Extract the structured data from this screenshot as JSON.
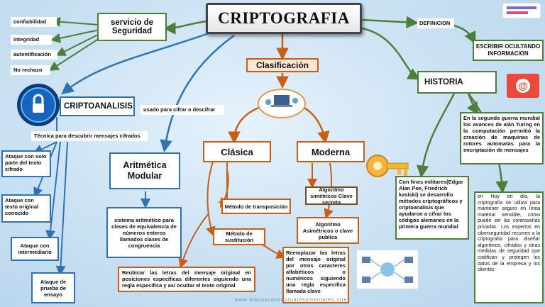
{
  "title": "CRIPTOGRAFIA",
  "servicio": "servicio de Seguridad",
  "servicio_items": [
    "confiabilidad",
    "integridad",
    "autentificación",
    "No rechazo"
  ],
  "definicion_label": "DEFINICION",
  "definicion_text": "ESCRIBIR OCULTANDO INFORMACION",
  "clasificacion": "Clasificación",
  "historia": "HISTORIA",
  "historia_text1": "En la segunda guerra mundial los avances de alán Turing en la computación permitió la creación de maquinas de rotores automatas para la encriptación de mensajes",
  "historia_text2": "Con fines militares(Edgar Alan Poe, Friedrich kasiski) se desarrollo métodos criptográficos y criptoanálisis que ayudaron a cifrar los códigos alemanes en la primera guerra mundial",
  "historia_text3": "en Hoy en día, la criptografía se utiliza para mantener seguro en línea material sensible, como puede ser las contraseñas privadas. Los expertos en ciberseguridad recurren a la criptografía para diseñar algoritmos, cifrados y otras medidas de seguridad que codifican y protegen los datos de la empresa y los clientes",
  "criptoanalisis": "CRIPTOANALISIS",
  "criptoanalisis_desc": "Técnica para descubrir mensajes cifrados",
  "ataques": [
    "Ataque con solo parte del texto cifrado",
    "Ataque con texto original conocido",
    "Ataque con intermediario",
    "Ataque de prueba de ensayo"
  ],
  "usado_para": "usado para cifrar o descifrar",
  "aritmetica": "Aritmética Modular",
  "aritmetica_desc": "sistema aritmético para clases de equivalencia de números enteros llamados clases de congruencia",
  "clasica": "Clásica",
  "moderna": "Moderna",
  "metodo_transposicion": "Método de transposición",
  "metodo_sustitucion": "Método de sustitución",
  "reubicar_text": "Reubicar las letras del mensaje original en posiciones específicas diferentes siguiendo una regla específica y así ocultar el texto original",
  "reemplazar_text": "Reemplazar las letras del mensaje original por otros caracteres alfabéticos o numéricos siguiendo una regla específica llamada clave",
  "alg_simetricos": "Algoritmo simétricos Clave secreta",
  "alg_asimetricos": "Algoritmo Asimétricos o clave publica",
  "watermark": "www.mapasconceptualesymentales.site",
  "colors": {
    "green": "#4e7f3a",
    "orange": "#c95e14",
    "blue": "#2e74b5",
    "purple": "#5b3a8c"
  }
}
